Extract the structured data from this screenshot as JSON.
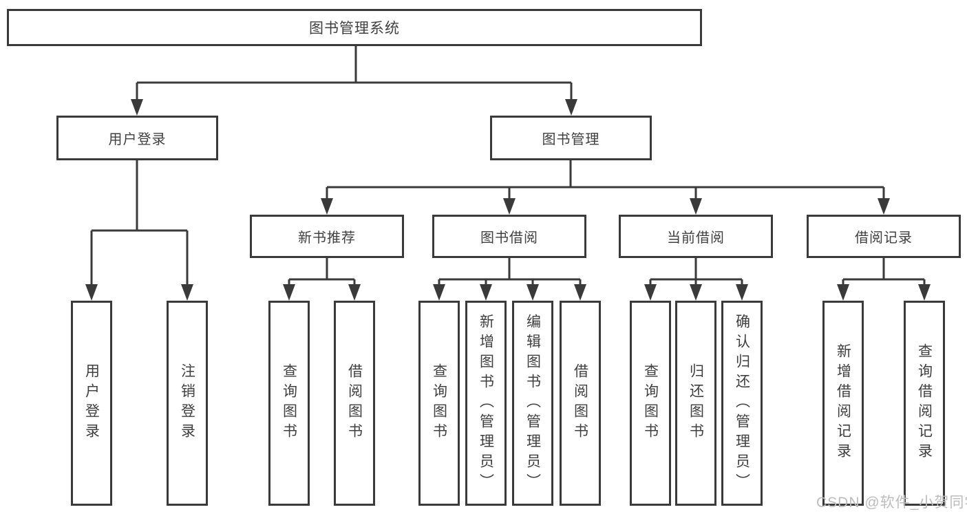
{
  "tree": {
    "root": {
      "label": "图书管理系统"
    },
    "level2": [
      {
        "label": "用户登录",
        "children": [
          {
            "label": "用户登录"
          },
          {
            "label": "注销登录"
          }
        ]
      },
      {
        "label": "图书管理",
        "children": [
          {
            "label": "新书推荐",
            "children": [
              {
                "label": "查询图书"
              },
              {
                "label": "借阅图书"
              }
            ]
          },
          {
            "label": "图书借阅",
            "children": [
              {
                "label": "查询图书"
              },
              {
                "label": "新增图书（管理员）"
              },
              {
                "label": "编辑图书（管理员）"
              },
              {
                "label": "借阅图书"
              }
            ]
          },
          {
            "label": "当前借阅",
            "children": [
              {
                "label": "查询图书"
              },
              {
                "label": "归还图书"
              },
              {
                "label": "确认归还（管理员）"
              }
            ]
          },
          {
            "label": "借阅记录",
            "children": [
              {
                "label": "新增借阅记录"
              },
              {
                "label": "查询借阅记录"
              }
            ]
          }
        ]
      }
    ]
  },
  "watermark": {
    "text": "CSDN @软件_小贺同学"
  },
  "colors": {
    "line": "#3a3a3a",
    "text": "#3f3f3f",
    "watermark": "#bcbcbc",
    "background": "#ffffff"
  }
}
